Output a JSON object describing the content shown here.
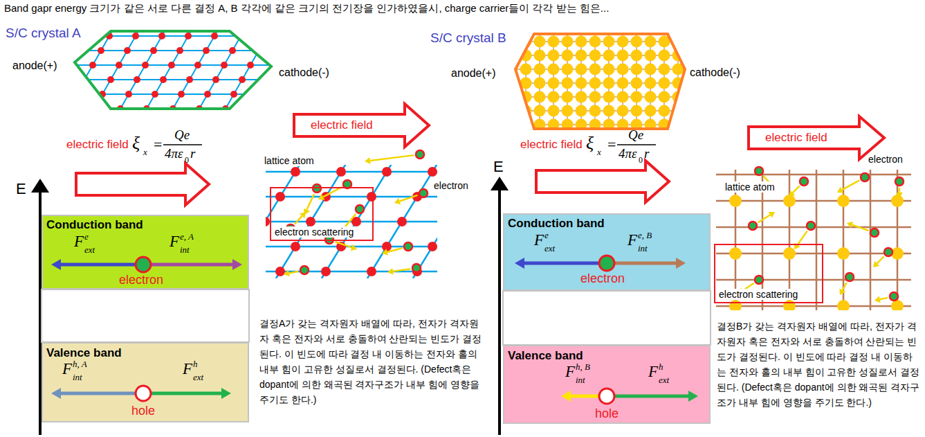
{
  "diagram": {
    "title": "Band gapr energy 크기가 같은 서로 다른 결정 A, B 각각에 같은 크기의 전기장을 인가하였을시, charge carrier들이 각각 받는 힘은...",
    "nodes": [
      {
        "text": [
          "Conduction band",
          "F",
          "e",
          "ext",
          "F",
          "e, A",
          "int",
          "electron"
        ]
      },
      {
        "text": [
          "Valence band",
          "F",
          "h, A",
          "int",
          "F",
          "h",
          "ext",
          "hole"
        ]
      },
      {
        "text": [
          "electron scattering"
        ]
      },
      {
        "text": [
          "Conduction band",
          "F",
          "e",
          "ext",
          "F",
          "e, B",
          "int",
          "electron"
        ]
      },
      {
        "text": [
          "Valence band",
          "F",
          "h, B",
          "int",
          "F",
          "h",
          "ext",
          "hole"
        ]
      },
      {
        "text": [
          "electron scattering"
        ]
      }
    ],
    "labels": [
      "S/C crystal A",
      "anode(+)",
      "cathode(-)",
      "electric field",
      "ξ",
      "x",
      "=",
      "Qe",
      "4πε",
      "0",
      "r",
      "electric field",
      "lattice atom",
      "electron",
      "E",
      "결정A가 갖는 격자원자 배열에 따라, 전자가 격자원자 혹은 전자와 서로 충돌하여 산란되는 빈도가 결정된다. 이 빈도에 따라 결정 내 이동하는 전자와 홀의 내부 힘이 고유한 성질로서 결정된다. (Defect혹은 dopant에 의한 왜곡된 격자구조가 내부 힘에 영향을 주기도 한다.)",
      "S/C crystal B",
      "anode(+)",
      "cathode(-)",
      "electric field",
      "ξ",
      "x",
      "=",
      "Qe",
      "4πε",
      "0",
      "r",
      "electric field",
      "electron",
      "lattice atom",
      "E",
      "결정B가 갖는 격자원자 배열에 따라, 전자가 격자원자 혹은 전자와 서로 충돌하여 산란되는 빈도가 결정된다. 이 빈도에 따라 결정 내 이동하는 전자와 홀의 내부 힘이 고유한 성질로서 결정된다. (Defect혹은 dopant에 의한 왜곡된 격자구조가 내부 힘에 영향을 주기도 한다.)"
    ]
  }
}
